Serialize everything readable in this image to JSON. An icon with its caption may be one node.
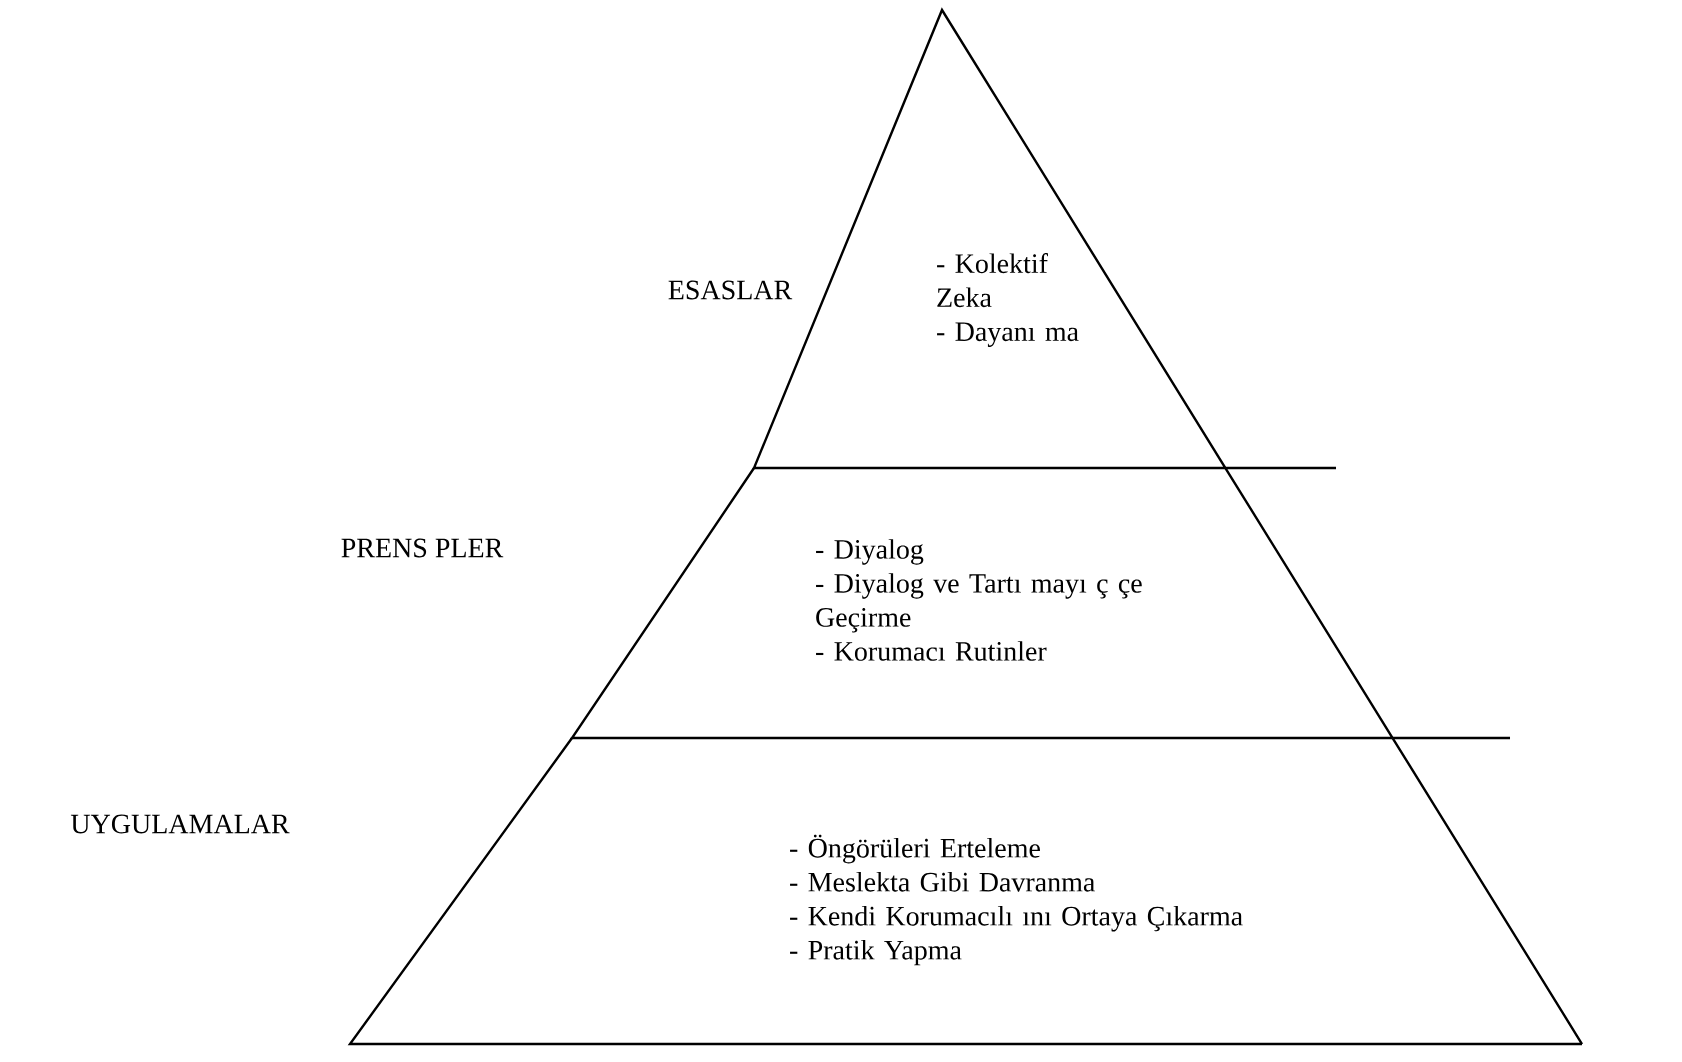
{
  "diagram": {
    "nodes": [
      {
        "text": [
          "- Kolektif Zeka",
          "- Dayanı ma"
        ],
        "beside": [
          "ESASLAR"
        ]
      },
      {
        "text": [
          "- Diyalog",
          "- Diyalog ve Tartı mayı ç çe Geçirme",
          "- Korumacı Rutinler"
        ],
        "beside": [
          "PRENS PLER"
        ]
      },
      {
        "text": [
          "- Öngörüleri Erteleme",
          "- Meslekta Gibi Davranma",
          "- Kendi Korumacılı ını Ortaya Çıkarma",
          "- Pratik Yapma"
        ],
        "beside": [
          "UYGULAMALAR"
        ]
      }
    ]
  }
}
